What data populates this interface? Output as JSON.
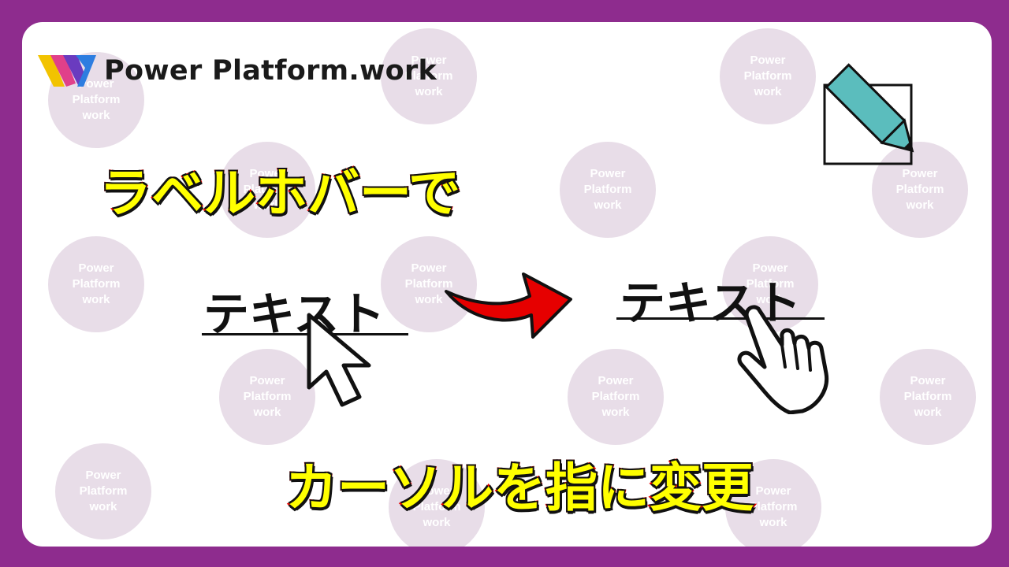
{
  "brand": {
    "name": "Power Platform.work",
    "watermark_text": "Power\nPlatform\nwork"
  },
  "captions": {
    "top": "ラベルホバーで",
    "bottom": "カーソルを指に変更"
  },
  "demo": {
    "label_before": "テキスト",
    "label_after": "テキスト",
    "cursor_before": "arrow-cursor-icon",
    "cursor_after": "hand-pointer-icon",
    "transition": "red-arrow-icon",
    "edit_icon": "pencil-icon"
  },
  "colors": {
    "frame": "#8e2c8e",
    "watermark": "#e8dde8",
    "caption_fill": "#ffff00",
    "caption_stroke": "#e60000",
    "arrow": "#e60000",
    "pencil": "#5bbdbd"
  }
}
